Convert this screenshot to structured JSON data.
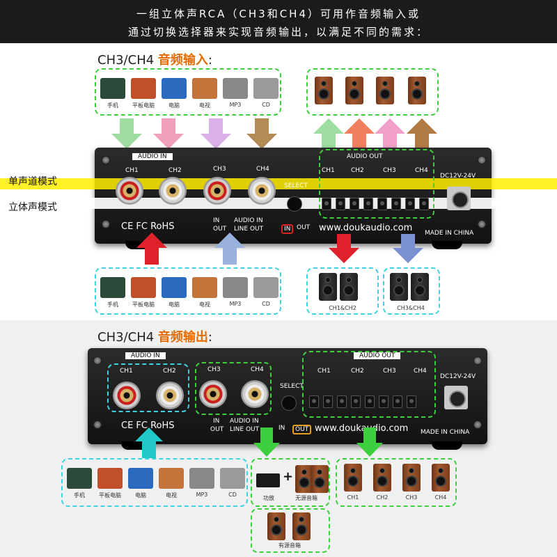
{
  "banner": {
    "line1": "一组立体声RCA（CH3和CH4）可用作音频输入或",
    "line2": "通过切换选择器来实现音频输出，以满足不同的需求："
  },
  "section1": {
    "prefix": "CH3/CH4 ",
    "accent": "音频输入",
    "suffix": ":"
  },
  "section2": {
    "prefix": "CH3/CH4 ",
    "accent": "音频输出",
    "suffix": ":"
  },
  "devices": [
    {
      "label": "手机",
      "icon": "phone-icon",
      "color": "#2c4a3a"
    },
    {
      "label": "平板电脑",
      "icon": "tablet-icon",
      "color": "#c0502a"
    },
    {
      "label": "电脑",
      "icon": "desktop-icon",
      "color": "#2a6bbf"
    },
    {
      "label": "电视",
      "icon": "tv-icon",
      "color": "#c4743a"
    },
    {
      "label": "MP3",
      "icon": "mp3-player-icon",
      "color": "#888888"
    },
    {
      "label": "CD",
      "icon": "cd-player-icon",
      "color": "#9a9a9a"
    }
  ],
  "modes": {
    "mono": "单声道模式",
    "stereo": "立体声模式"
  },
  "amp": {
    "audio_in": "AUDIO IN",
    "audio_out": "AUDIO OUT",
    "ch1": "CH1",
    "ch2": "CH2",
    "ch3": "CH3",
    "ch4": "CH4",
    "in": "IN",
    "out": "OUT",
    "audio_in2": "AUDIO IN",
    "line_out": "LINE OUT",
    "select": "SELECT",
    "dc": "DC12V-24V",
    "certs": "CE FC RoHS",
    "url": "www.doukaudio.com",
    "made": "MADE IN CHINA"
  },
  "outputs_top": {
    "ch12": "CH1&CH2",
    "ch34": "CH3&CH4"
  },
  "outputs_bottom": {
    "amp_label": "功放",
    "passive_label": "无源音箱",
    "active_label": "有源音箱",
    "speakers": [
      "CH1",
      "CH2",
      "CH3",
      "CH4"
    ]
  },
  "colors": {
    "green_box": "#3ecf3e",
    "cyan_box": "#3fd2e0",
    "accent": "#e66b00",
    "arrow_in": [
      "#9fdc9f",
      "#f0a0b8",
      "#d9b0e8",
      "#b28b55"
    ],
    "arrow_out": [
      "#9fdc9f",
      "#f08060",
      "#f0a0c8",
      "#b07a45"
    ]
  }
}
